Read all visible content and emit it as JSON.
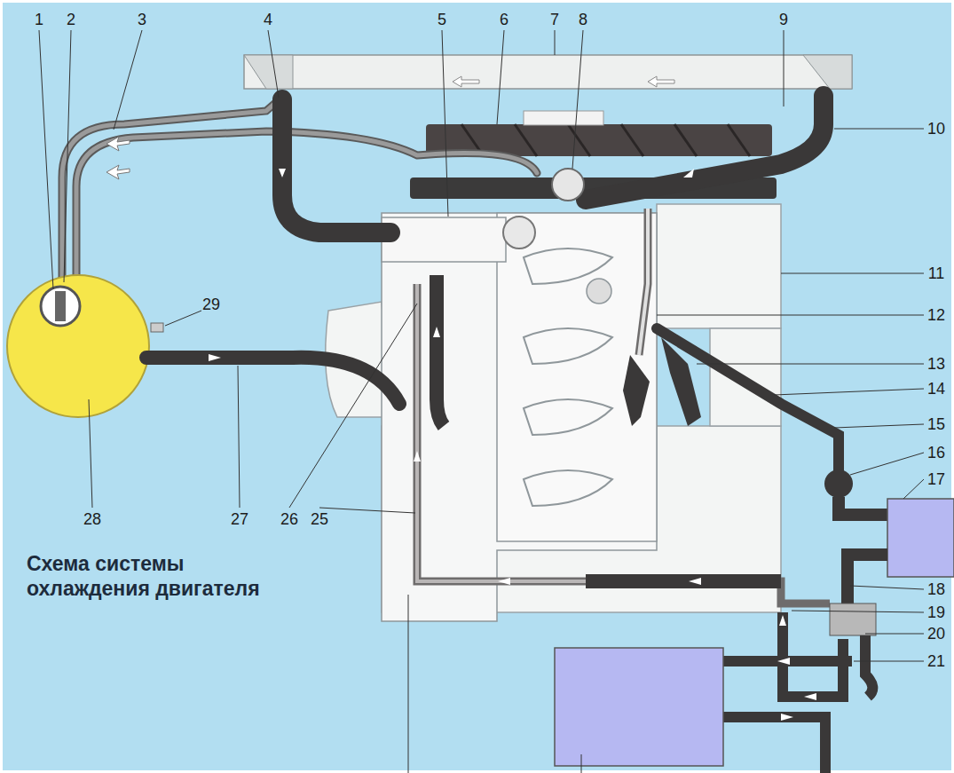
{
  "diagram": {
    "title": "Схема системы охлаждения двигателя",
    "labels": [
      "1",
      "2",
      "3",
      "4",
      "5",
      "6",
      "7",
      "8",
      "9",
      "29",
      "10",
      "11",
      "12",
      "13",
      "14",
      "15",
      "16",
      "17",
      "18",
      "19",
      "20",
      "21",
      "28",
      "27",
      "26",
      "25"
    ]
  }
}
